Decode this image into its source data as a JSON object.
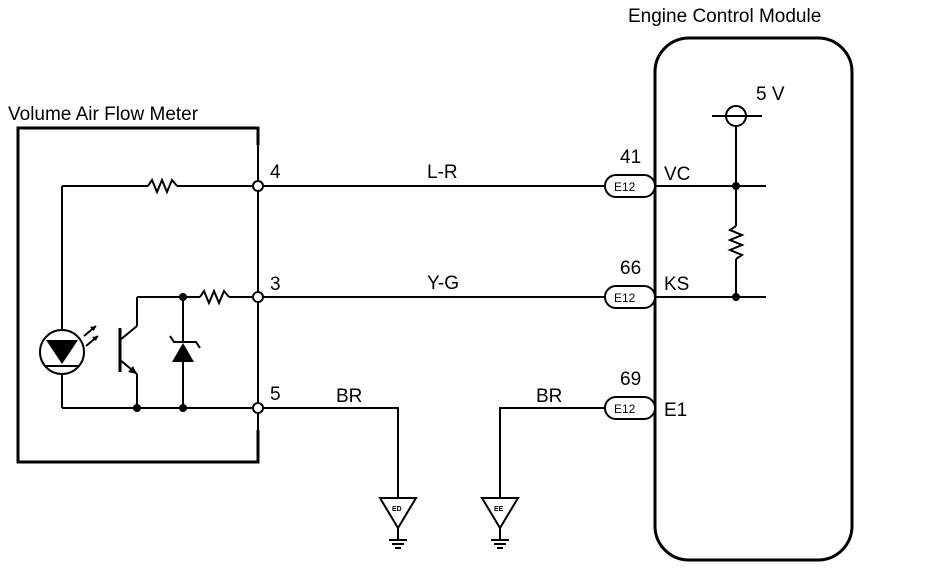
{
  "titles": {
    "vaf": "Volume Air Flow Meter",
    "ecm": "Engine Control Module"
  },
  "supply": {
    "voltage": "5 V"
  },
  "vaf_pins": [
    "4",
    "3",
    "5"
  ],
  "wires": [
    {
      "color": "L-R"
    },
    {
      "color": "Y-G"
    },
    {
      "color": "BR"
    },
    {
      "color": "BR"
    }
  ],
  "ecm_terminals": [
    {
      "pin": "41",
      "connector": "E12",
      "name": "VC"
    },
    {
      "pin": "66",
      "connector": "E12",
      "name": "KS"
    },
    {
      "pin": "69",
      "connector": "E12",
      "name": "E1"
    }
  ],
  "grounds": [
    {
      "label": "ED"
    },
    {
      "label": "EE"
    }
  ],
  "icons": [
    "resistor-icon",
    "led-icon",
    "phototransistor-icon",
    "zener-diode-icon",
    "ground-icon",
    "power-supply-icon"
  ]
}
